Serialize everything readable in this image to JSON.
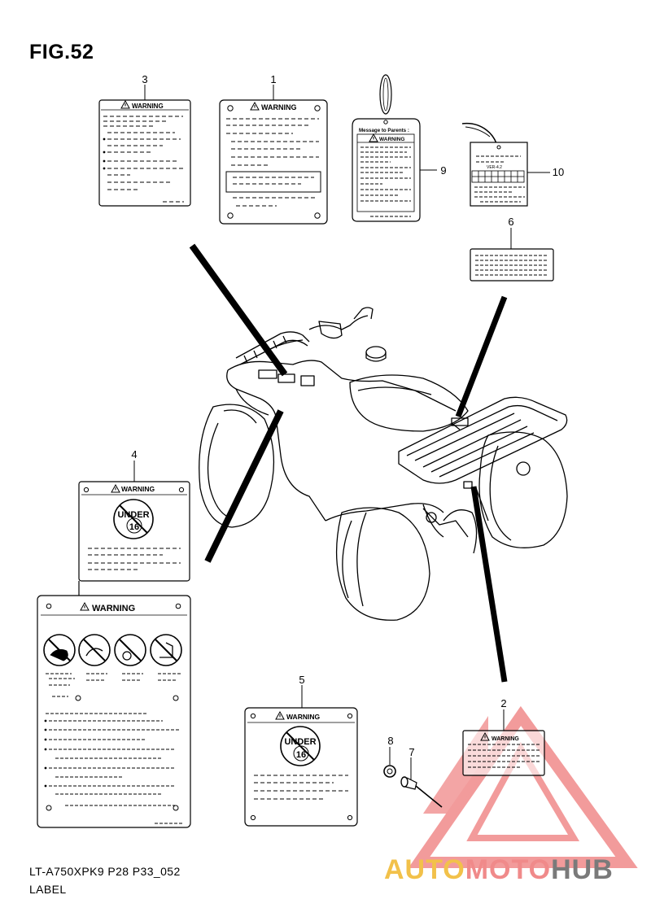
{
  "figure": {
    "title": "FIG.52",
    "code": "LT-A750XPK9 P28 P33_052",
    "name": "LABEL"
  },
  "callouts": {
    "c1": "1",
    "c2": "2",
    "c3": "3",
    "c4": "4",
    "c5": "5",
    "c6": "6",
    "c7": "7",
    "c8": "8",
    "c9": "9",
    "c10": "10"
  },
  "label_text": {
    "warning": "WARNING",
    "message_to_parents": "Message to Parents :",
    "under": "UNDER",
    "age": "16",
    "version": "VER-4.2"
  },
  "watermark": {
    "part1": "AUTO",
    "part2": "MOTO",
    "part3": "HUB",
    "color_yellow": "#f2c14a",
    "color_red": "#f08a8a",
    "color_grey": "#7a7a7a"
  }
}
